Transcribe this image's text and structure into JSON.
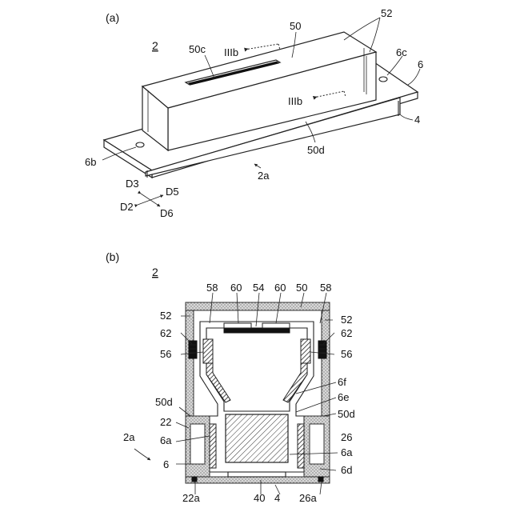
{
  "part_a": {
    "caption": "(a)",
    "ref_2": "2",
    "labels": {
      "l50c": "50c",
      "l50": "50",
      "l52": "52",
      "l6c": "6c",
      "l6": "6",
      "l4": "4",
      "l50d": "50d",
      "l6b": "6b",
      "l2a": "2a",
      "IIIb_top": "IIIb",
      "IIIb_bottom": "IIIb"
    },
    "directions": {
      "D3": "D3",
      "D5": "D5",
      "D2": "D2",
      "D6": "D6"
    }
  },
  "part_b": {
    "caption": "(b)",
    "ref_2": "2",
    "labels": {
      "l58_left": "58",
      "l60_left": "60",
      "l54": "54",
      "l60_right": "60",
      "l50": "50",
      "l58_right": "58",
      "l52_left": "52",
      "l52_right": "52",
      "l62_left": "62",
      "l62_right": "62",
      "l56_left": "56",
      "l56_right": "56",
      "l6f": "6f",
      "l6e": "6e",
      "l50d_left": "50d",
      "l50d_right": "50d",
      "l22": "22",
      "l26": "26",
      "l6a_left": "6a",
      "l6a_right": "6a",
      "l2a": "2a",
      "l6": "6",
      "l6d": "6d",
      "l22a": "22a",
      "l40": "40",
      "l4": "4",
      "l26a": "26a"
    }
  }
}
